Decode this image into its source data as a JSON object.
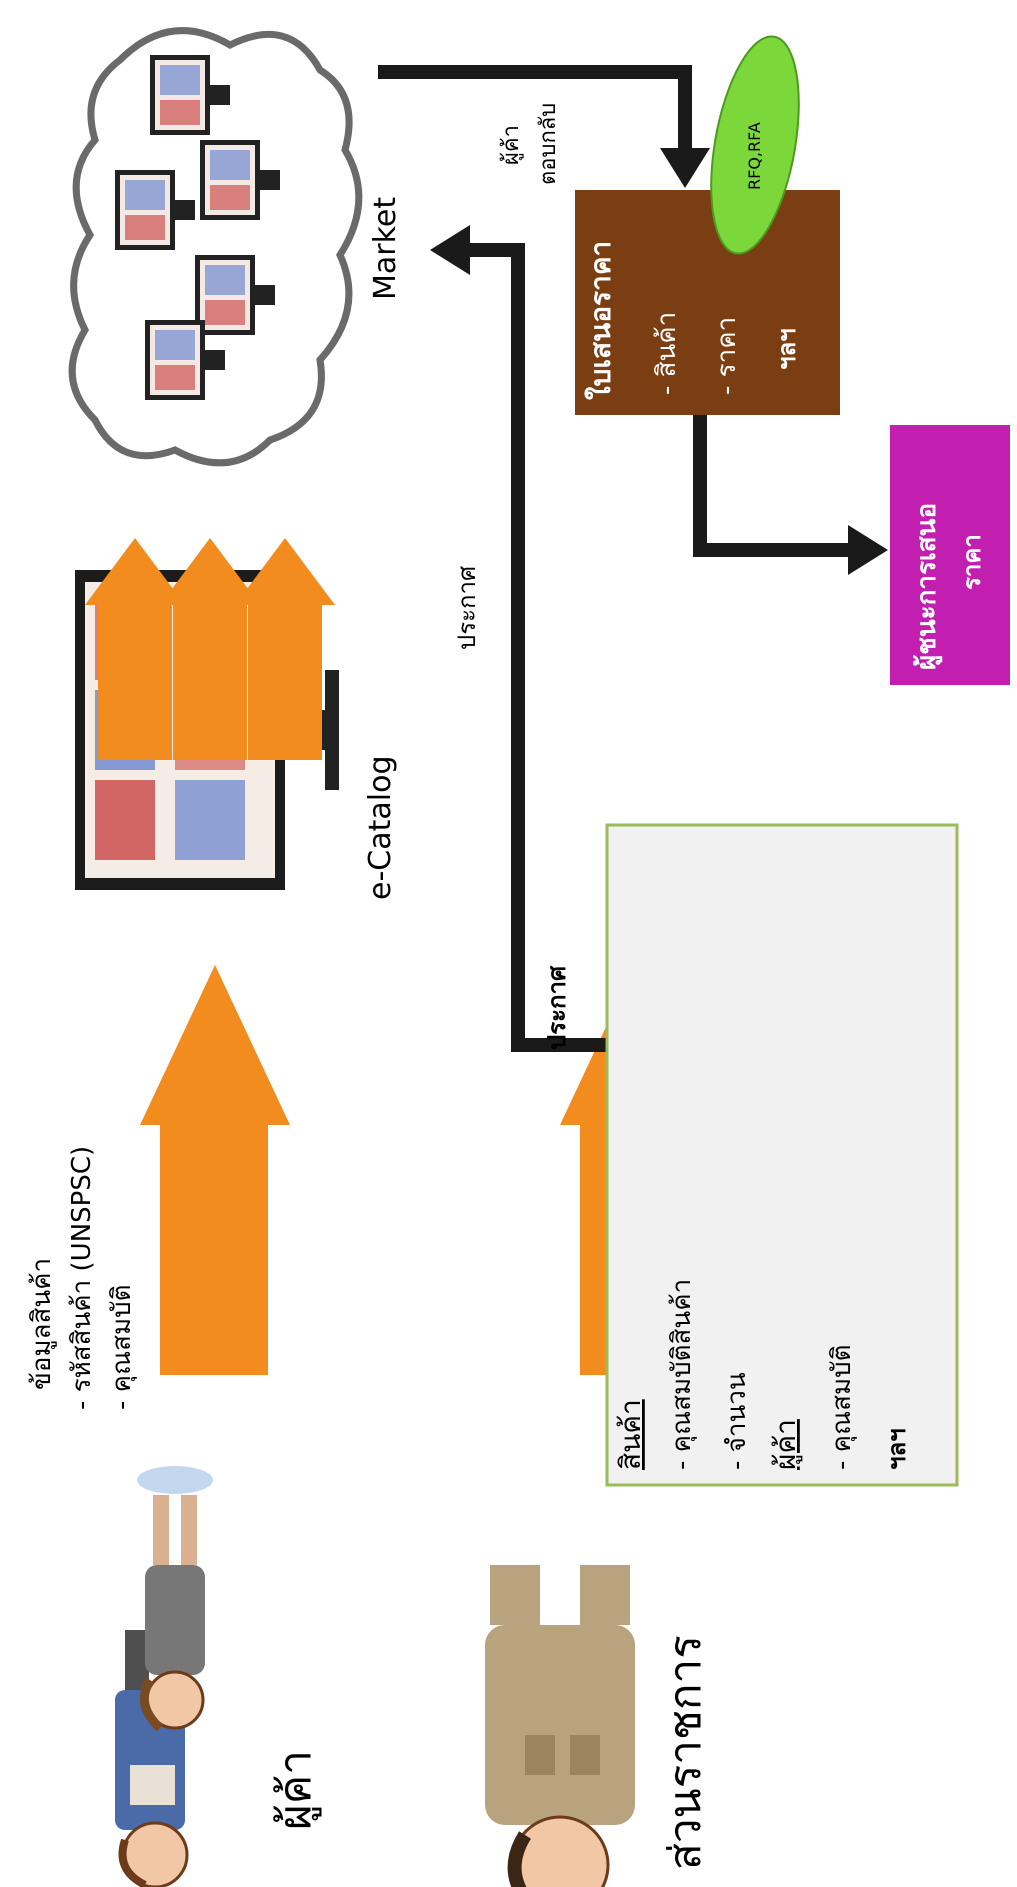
{
  "actors": {
    "merchants_label": "ผู้ค้า",
    "government_label": "ส่วนราชการ"
  },
  "product_info": {
    "heading": "ข้อมูลสินค้า",
    "line_code": "- รหัสสินค้า (UNSPSC)",
    "line_spec": "- คุณสมบัติ"
  },
  "ecatalog": {
    "label": "e-Catalog"
  },
  "market": {
    "label": "Market"
  },
  "announce": {
    "label_top": "ประกาศ",
    "label_bottom": "ประกาศ"
  },
  "rfq_badge": {
    "label": "RFQ,RFA"
  },
  "merchant_reply": {
    "line1": "ผู้ค้า",
    "line2": "ตอบกลับ"
  },
  "quote_box": {
    "title": "ใบเสนอราคา",
    "line1": "- สินค้า",
    "line2": "- ราคา",
    "line3": "ฯลฯ"
  },
  "winner_box": {
    "line1": "ผู้ชนะการเสนอ",
    "line2": "ราคา"
  },
  "request_box": {
    "product_heading": "สินค้า",
    "product_spec": "- คุณสมบัติสินค้า",
    "quantity": "- จำนวน",
    "merchant_heading": "ผู้ค้า",
    "merchant_spec": "- คุณสมบัติ",
    "etc": "ฯลฯ"
  },
  "colors": {
    "orange_arrow": "#F28C1E",
    "black_arrow": "#1a1a1a",
    "quote_box_fill": "#7A3E12",
    "winner_box_fill": "#C21FB0",
    "rfq_fill": "#7CD83A",
    "request_box_fill": "#F1F1F1",
    "request_box_border": "#9BBB59"
  }
}
